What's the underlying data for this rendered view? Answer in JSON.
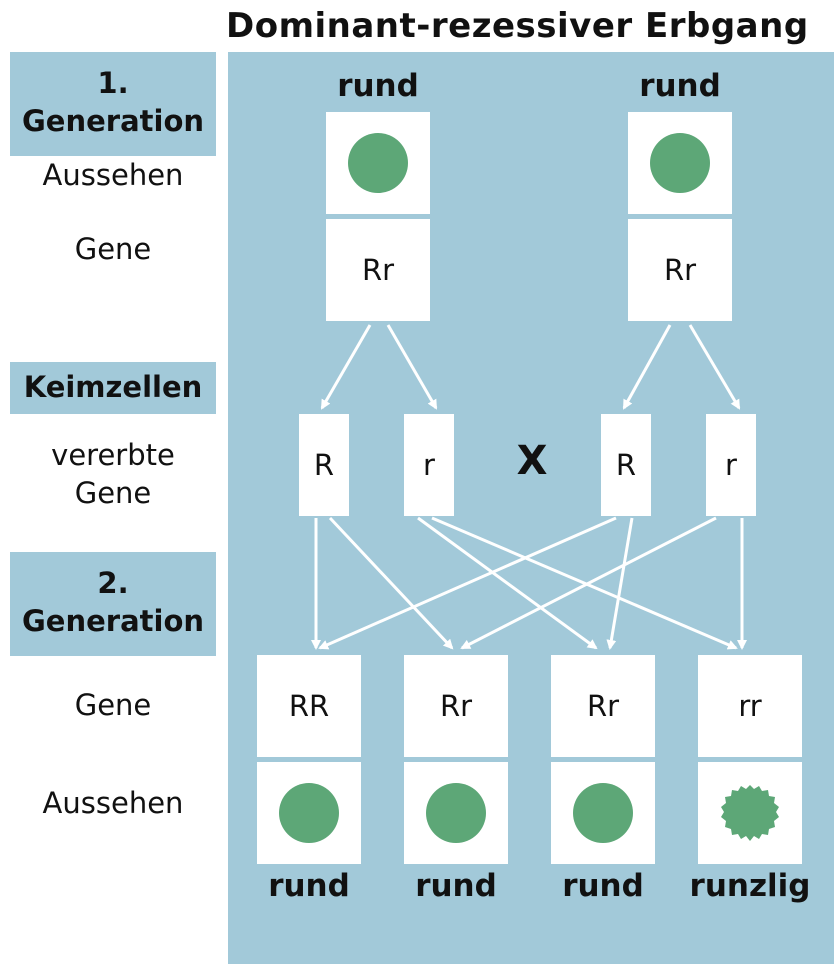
{
  "title": "Dominant-rezessiver Erbgang",
  "left_labels": {
    "gen1": "1.\nGeneration",
    "gen1_aussehen": "Aussehen",
    "gen1_gene": "Gene",
    "keimzellen": "Keimzellen",
    "vererbte_gene": "vererbte\nGene",
    "gen2": "2.\nGeneration",
    "gen2_gene": "Gene",
    "gen2_aussehen": "Aussehen"
  },
  "parents": [
    {
      "phenotype": "rund",
      "genotype": "Rr"
    },
    {
      "phenotype": "rund",
      "genotype": "Rr"
    }
  ],
  "gametes": [
    "R",
    "r",
    "R",
    "r"
  ],
  "cross_symbol": "X",
  "offspring": [
    {
      "genotype": "RR",
      "phenotype": "rund",
      "shape": "round"
    },
    {
      "genotype": "Rr",
      "phenotype": "rund",
      "shape": "round"
    },
    {
      "genotype": "Rr",
      "phenotype": "rund",
      "shape": "round"
    },
    {
      "genotype": "rr",
      "phenotype": "runzlig",
      "shape": "wrinkled"
    }
  ],
  "colors": {
    "panel": "#a2c9d9",
    "seed": "#5da777",
    "arrow": "#ffffff"
  }
}
